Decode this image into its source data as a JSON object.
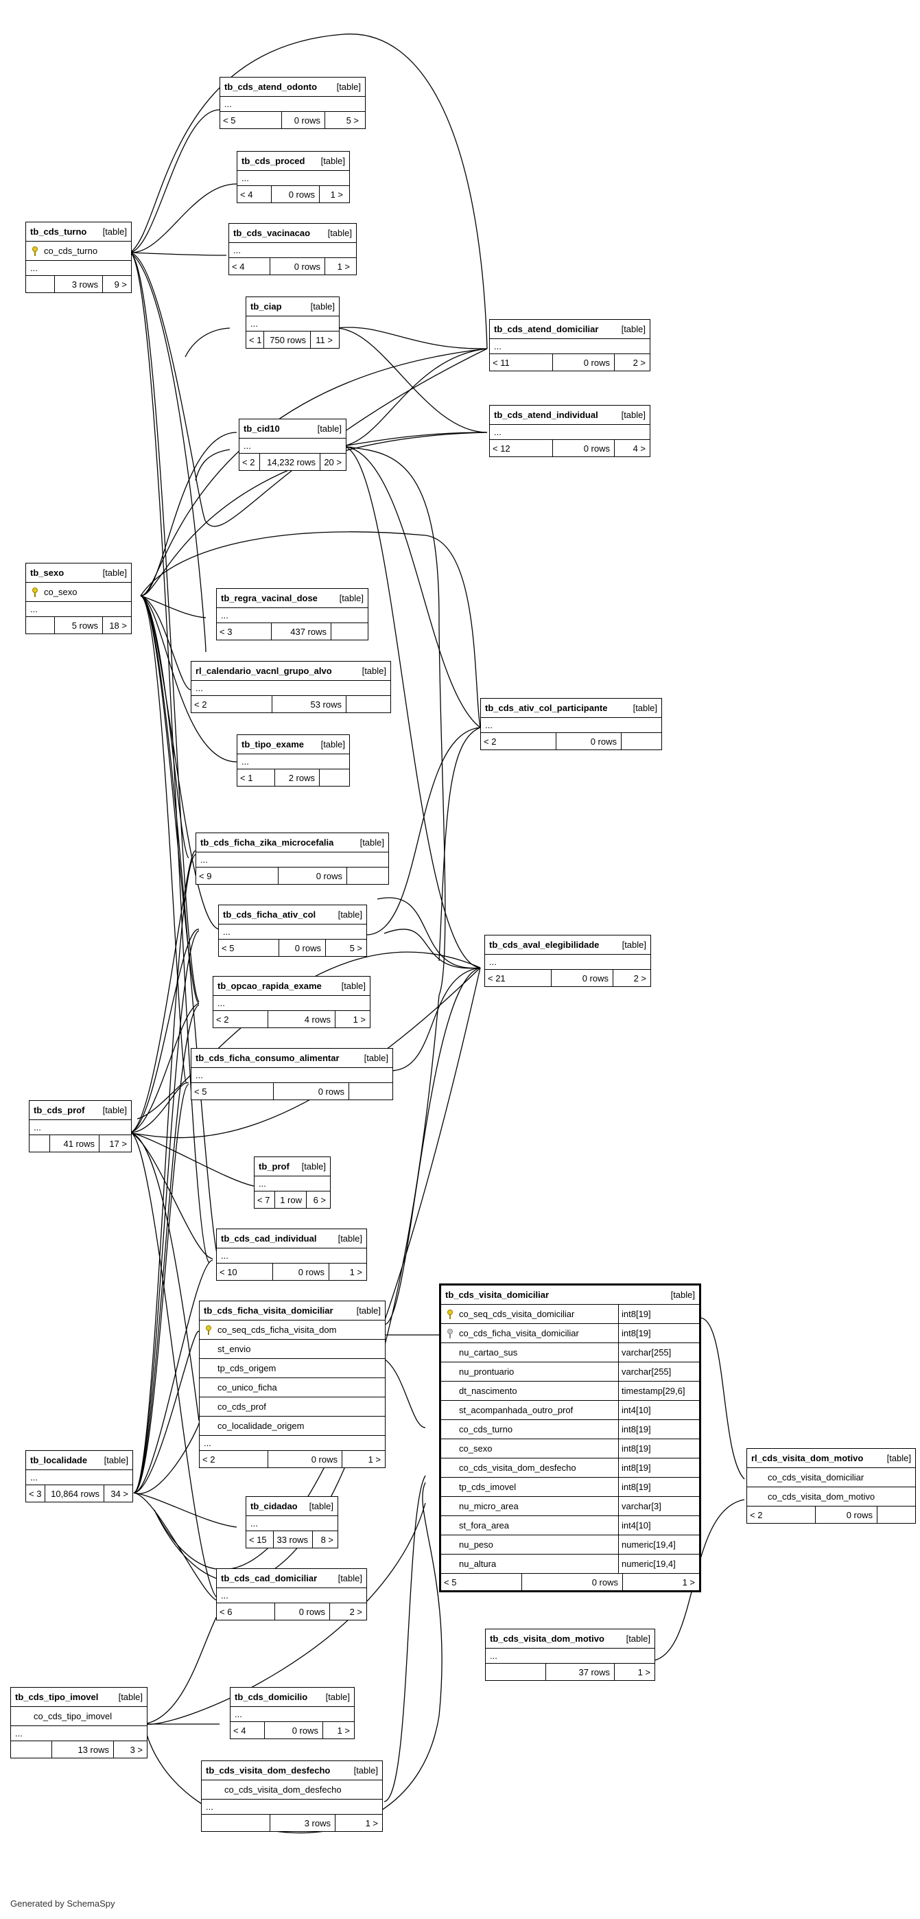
{
  "footer": "Generated by SchemaSpy",
  "table_tag": "[table]",
  "ellipsis": "...",
  "tables": {
    "atend_odonto": {
      "name": "tb_cds_atend_odonto",
      "parents": "< 5",
      "rows": "0 rows",
      "children": "5 >"
    },
    "proced": {
      "name": "tb_cds_proced",
      "parents": "< 4",
      "rows": "0 rows",
      "children": "1 >"
    },
    "vacinacao": {
      "name": "tb_cds_vacinacao",
      "parents": "< 4",
      "rows": "0 rows",
      "children": "1 >"
    },
    "ciap": {
      "name": "tb_ciap",
      "parents": "< 1",
      "rows": "750 rows",
      "children": "11 >"
    },
    "cid10": {
      "name": "tb_cid10",
      "parents": "< 2",
      "rows": "14,232 rows",
      "children": "20 >"
    },
    "turno": {
      "name": "tb_cds_turno",
      "key": "co_cds_turno",
      "parents": "",
      "rows": "3 rows",
      "children": "9 >"
    },
    "atend_domiciliar": {
      "name": "tb_cds_atend_domiciliar",
      "parents": "< 11",
      "rows": "0 rows",
      "children": "2 >"
    },
    "atend_individual": {
      "name": "tb_cds_atend_individual",
      "parents": "< 12",
      "rows": "0 rows",
      "children": "4 >"
    },
    "sexo": {
      "name": "tb_sexo",
      "key": "co_sexo",
      "parents": "",
      "rows": "5 rows",
      "children": "18 >"
    },
    "regra_vacinal": {
      "name": "tb_regra_vacinal_dose",
      "parents": "< 3",
      "rows": "437 rows",
      "children": ""
    },
    "rl_calendario": {
      "name": "rl_calendario_vacnl_grupo_alvo",
      "parents": "< 2",
      "rows": "53 rows",
      "children": ""
    },
    "tipo_exame": {
      "name": "tb_tipo_exame",
      "parents": "< 1",
      "rows": "2 rows",
      "children": ""
    },
    "ativ_col_part": {
      "name": "tb_cds_ativ_col_participante",
      "parents": "< 2",
      "rows": "0 rows",
      "children": ""
    },
    "zika": {
      "name": "tb_cds_ficha_zika_microcefalia",
      "parents": "< 9",
      "rows": "0 rows",
      "children": ""
    },
    "ficha_ativ_col": {
      "name": "tb_cds_ficha_ativ_col",
      "parents": "< 5",
      "rows": "0 rows",
      "children": "5 >"
    },
    "aval_eleg": {
      "name": "tb_cds_aval_elegibilidade",
      "parents": "< 21",
      "rows": "0 rows",
      "children": "2 >"
    },
    "opcao_rapida": {
      "name": "tb_opcao_rapida_exame",
      "parents": "< 2",
      "rows": "4 rows",
      "children": "1 >"
    },
    "consumo_alim": {
      "name": "tb_cds_ficha_consumo_alimentar",
      "parents": "< 5",
      "rows": "0 rows",
      "children": ""
    },
    "cds_prof": {
      "name": "tb_cds_prof",
      "parents": "",
      "rows": "41 rows",
      "children": "17 >"
    },
    "tb_prof": {
      "name": "tb_prof",
      "parents": "< 7",
      "rows": "1 row",
      "children": "6 >"
    },
    "cad_individual": {
      "name": "tb_cds_cad_individual",
      "parents": "< 10",
      "rows": "0 rows",
      "children": "1 >"
    },
    "ficha_visita": {
      "name": "tb_cds_ficha_visita_domiciliar",
      "columns": [
        "co_seq_cds_ficha_visita_dom",
        "st_envio",
        "tp_cds_origem",
        "co_unico_ficha",
        "co_cds_prof",
        "co_localidade_origem"
      ],
      "parents": "< 2",
      "rows": "0 rows",
      "children": "1 >"
    },
    "localidade": {
      "name": "tb_localidade",
      "parents": "< 3",
      "rows": "10,864 rows",
      "children": "34 >"
    },
    "cidadao": {
      "name": "tb_cidadao",
      "parents": "< 15",
      "rows": "33 rows",
      "children": "8 >"
    },
    "cad_domiciliar": {
      "name": "tb_cds_cad_domiciliar",
      "parents": "< 6",
      "rows": "0 rows",
      "children": "2 >"
    },
    "tipo_imovel": {
      "name": "tb_cds_tipo_imovel",
      "column": "co_cds_tipo_imovel",
      "parents": "",
      "rows": "13 rows",
      "children": "3 >"
    },
    "domicilio": {
      "name": "tb_cds_domicilio",
      "parents": "< 4",
      "rows": "0 rows",
      "children": "1 >"
    },
    "visita_desfecho": {
      "name": "tb_cds_visita_dom_desfecho",
      "column": "co_cds_visita_dom_desfecho",
      "parents": "",
      "rows": "3 rows",
      "children": "1 >"
    },
    "visita_motivo": {
      "name": "tb_cds_visita_dom_motivo",
      "parents": "",
      "rows": "37 rows",
      "children": "1 >"
    },
    "rl_visita_motivo": {
      "name": "rl_cds_visita_dom_motivo",
      "columns": [
        "co_cds_visita_domiciliar",
        "co_cds_visita_dom_motivo"
      ],
      "parents": "< 2",
      "rows": "0 rows",
      "children": ""
    },
    "visita_domiciliar": {
      "name": "tb_cds_visita_domiciliar",
      "columns": [
        {
          "name": "co_seq_cds_visita_domiciliar",
          "type": "int8[19]"
        },
        {
          "name": "co_cds_ficha_visita_domiciliar",
          "type": "int8[19]"
        },
        {
          "name": "nu_cartao_sus",
          "type": "varchar[255]"
        },
        {
          "name": "nu_prontuario",
          "type": "varchar[255]"
        },
        {
          "name": "dt_nascimento",
          "type": "timestamp[29,6]"
        },
        {
          "name": "st_acompanhada_outro_prof",
          "type": "int4[10]"
        },
        {
          "name": "co_cds_turno",
          "type": "int8[19]"
        },
        {
          "name": "co_sexo",
          "type": "int8[19]"
        },
        {
          "name": "co_cds_visita_dom_desfecho",
          "type": "int8[19]"
        },
        {
          "name": "tp_cds_imovel",
          "type": "int8[19]"
        },
        {
          "name": "nu_micro_area",
          "type": "varchar[3]"
        },
        {
          "name": "st_fora_area",
          "type": "int4[10]"
        },
        {
          "name": "nu_peso",
          "type": "numeric[19,4]"
        },
        {
          "name": "nu_altura",
          "type": "numeric[19,4]"
        }
      ],
      "parents": "< 5",
      "rows": "0 rows",
      "children": "1 >"
    }
  }
}
